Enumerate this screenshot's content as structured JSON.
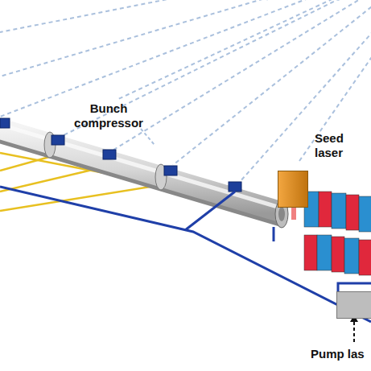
{
  "diagram": {
    "nodes": [
      {
        "text": [
          "Bunch compressor"
        ]
      },
      {
        "text": [
          "Seed laser"
        ]
      },
      {
        "text": [
          "Pump las"
        ]
      }
    ]
  }
}
